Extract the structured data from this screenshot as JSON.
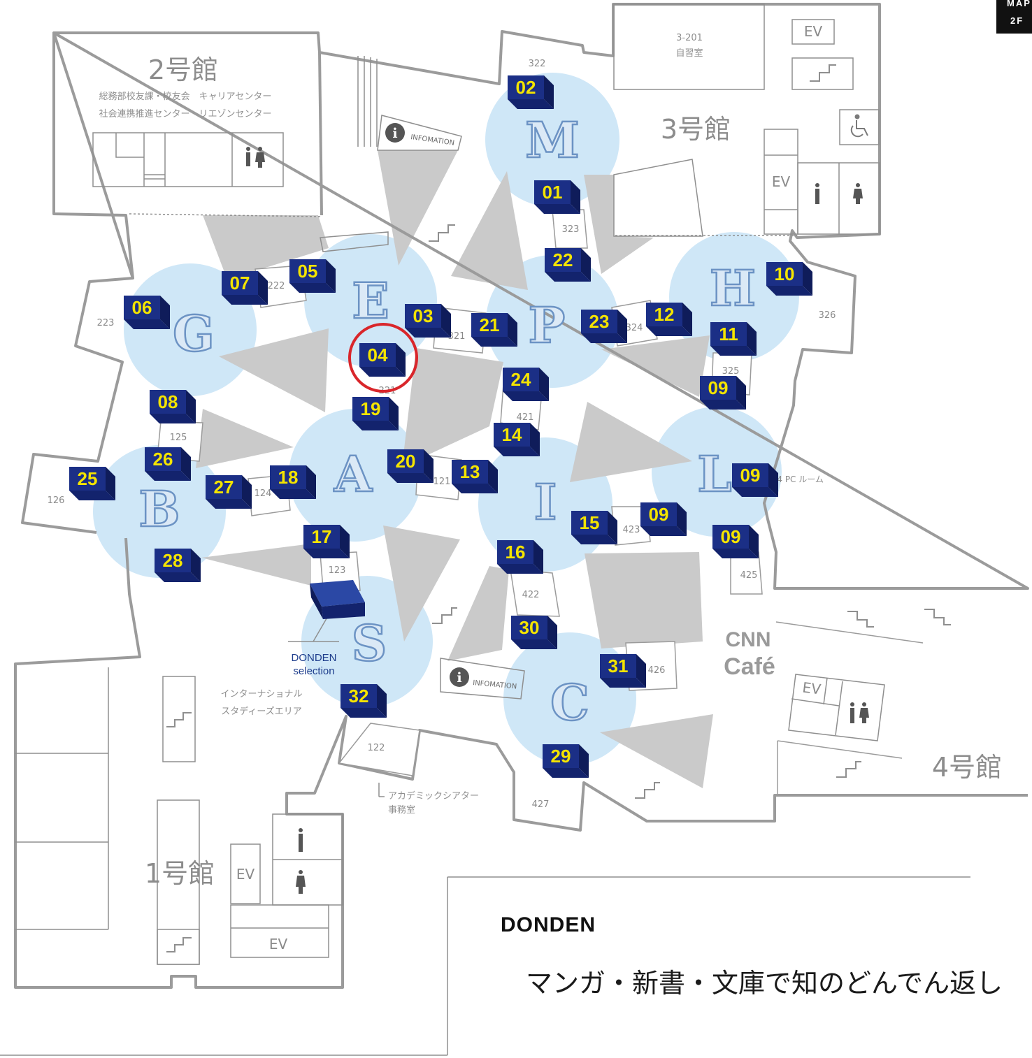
{
  "corner_badge": {
    "line1": "MAP",
    "line2": "2F"
  },
  "buildings": [
    {
      "label": "2号館"
    },
    {
      "label": "3号館"
    },
    {
      "label": "4号館"
    },
    {
      "label": "1号館"
    }
  ],
  "building2_notes": [
    "総務部校友課・校友会　キャリアセンター",
    "社会連携推進センター　リエゾンセンター"
  ],
  "room_3_201": {
    "code": "3-201",
    "name": "自習室"
  },
  "rooms": [
    "322",
    "323",
    "223",
    "222",
    "321",
    "221",
    "326",
    "324",
    "325",
    "125",
    "421",
    "126",
    "124",
    "121",
    "424 PC ルーム",
    "423",
    "425",
    "123",
    "422",
    "426",
    "122",
    "427"
  ],
  "ev_label": "EV",
  "info_label": "INFOMATION",
  "info_icon": "i",
  "shelves": [
    "02",
    "01",
    "22",
    "07",
    "05",
    "06",
    "03",
    "21",
    "23",
    "12",
    "10",
    "11",
    "04",
    "24",
    "09",
    "19",
    "14",
    "08",
    "26",
    "25",
    "27",
    "18",
    "20",
    "13",
    "09",
    "15",
    "09",
    "09",
    "17",
    "16",
    "28",
    "30",
    "31",
    "32",
    "29"
  ],
  "zone_letters": [
    "M",
    "E",
    "P",
    "H",
    "G",
    "A",
    "I",
    "L",
    "B",
    "S",
    "C"
  ],
  "donden_selection": {
    "line1": "DONDEN",
    "line2": "selection"
  },
  "intl_area": {
    "line1": "インターナショナル",
    "line2": "スタディーズエリア"
  },
  "academic_theater": {
    "line1": "アカデミックシアター",
    "line2": "事務室"
  },
  "cafe": {
    "line1": "CNN",
    "line2": "Café"
  },
  "highlighted_shelf": "04",
  "colors": {
    "shelf": "#1b2f86",
    "shelf_text": "#f4e400",
    "zone": "#cfe7f7",
    "wall": "#9b9b9b",
    "highlight": "#d9262b",
    "atrium": "#cacaca"
  },
  "panel": {
    "brand": "DONDEN",
    "slogan": "マンガ・新書・文庫で知のどんでん返し"
  },
  "icons": [
    "info-icon",
    "stairs-icon",
    "wheelchair-icon",
    "restroom-icon"
  ]
}
